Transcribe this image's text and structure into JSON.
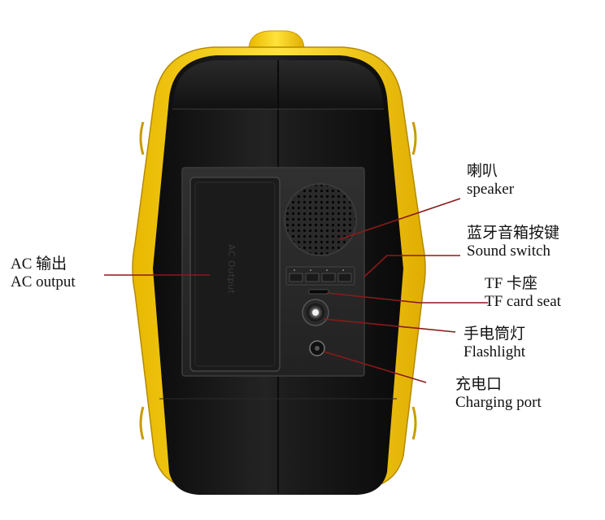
{
  "panel_text": "AC Output",
  "callouts": [
    {
      "id": "ac-output",
      "cn": "AC 输出",
      "en": "AC output"
    },
    {
      "id": "speaker",
      "cn": "喇叭",
      "en": "speaker"
    },
    {
      "id": "sound-switch",
      "cn": "蓝牙音箱按键",
      "en": "Sound switch"
    },
    {
      "id": "tf-card-seat",
      "cn": "TF 卡座",
      "en": "TF card seat"
    },
    {
      "id": "flashlight",
      "cn": "手电筒灯",
      "en": "Flashlight"
    },
    {
      "id": "charging-port",
      "cn": "充电口",
      "en": "Charging port"
    }
  ],
  "colors": {
    "body_yellow": "#f6d21a",
    "body_black": "#161616",
    "leader_line": "#8b1a1a"
  }
}
